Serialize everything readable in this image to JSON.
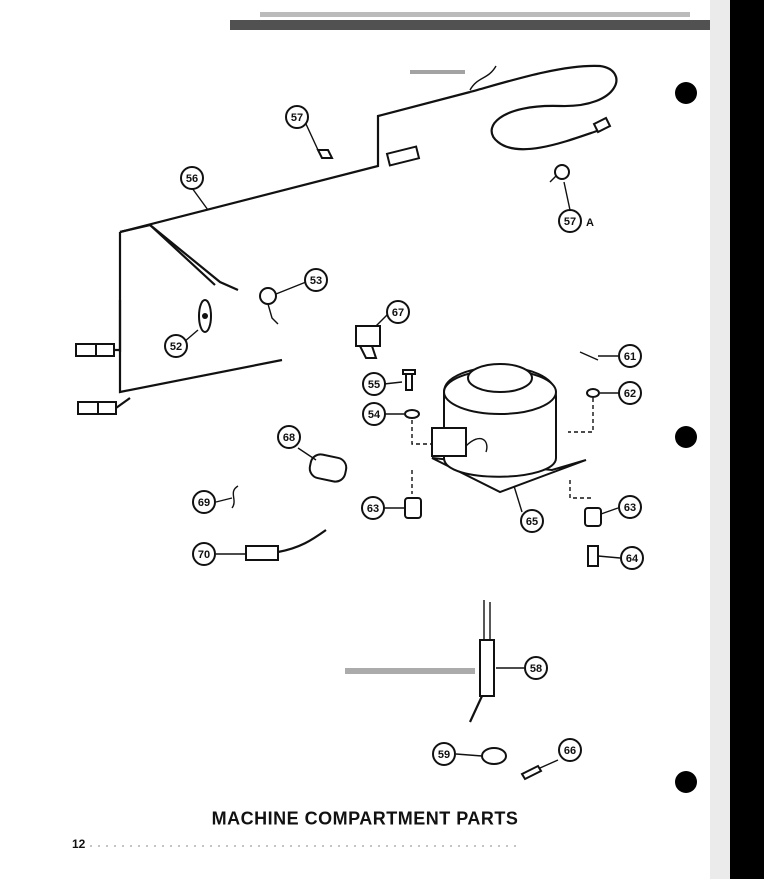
{
  "title": "MACHINE COMPARTMENT PARTS",
  "page_number": "12",
  "callouts": [
    {
      "id": "c57",
      "label": "57"
    },
    {
      "id": "c56",
      "label": "56"
    },
    {
      "id": "c57a",
      "label": "57",
      "suffix": "A"
    },
    {
      "id": "c53",
      "label": "53"
    },
    {
      "id": "c52",
      "label": "52"
    },
    {
      "id": "c67",
      "label": "67"
    },
    {
      "id": "c61",
      "label": "61"
    },
    {
      "id": "c55",
      "label": "55"
    },
    {
      "id": "c62",
      "label": "62"
    },
    {
      "id": "c54",
      "label": "54"
    },
    {
      "id": "c68",
      "label": "68"
    },
    {
      "id": "c69",
      "label": "69"
    },
    {
      "id": "c63a",
      "label": "63"
    },
    {
      "id": "c65",
      "label": "65"
    },
    {
      "id": "c63b",
      "label": "63"
    },
    {
      "id": "c70",
      "label": "70"
    },
    {
      "id": "c64",
      "label": "64"
    },
    {
      "id": "c58",
      "label": "58"
    },
    {
      "id": "c59",
      "label": "59"
    },
    {
      "id": "c66",
      "label": "66"
    }
  ]
}
